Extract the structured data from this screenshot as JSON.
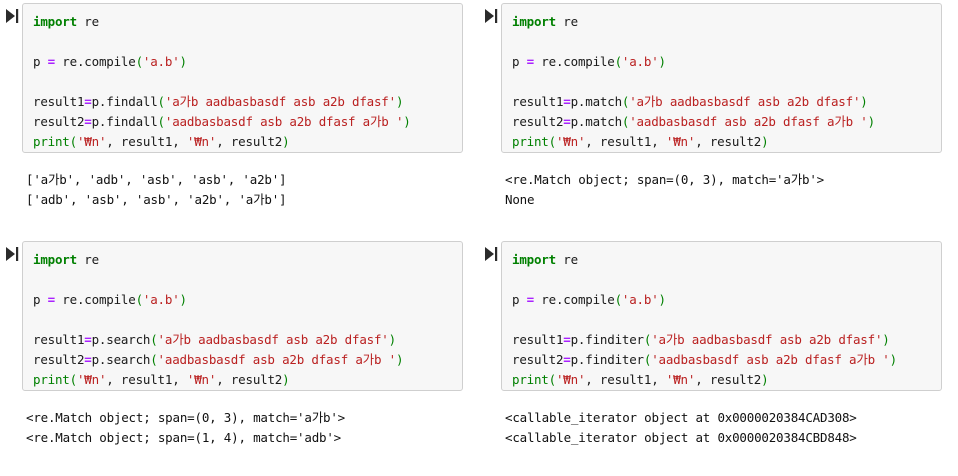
{
  "app": {
    "environment": "jupyter-notebook",
    "run_icon_name": "run-cell-icon",
    "accent_keyword": "#008000",
    "accent_string": "#ba2121",
    "accent_operator": "#aa22ff",
    "code_background": "#f7f7f7",
    "code_border": "#cfcfcf"
  },
  "cells": [
    {
      "id": "cell-findall",
      "code": [
        [
          {
            "t": "import",
            "c": "kw"
          },
          {
            "t": " re",
            "c": "plain"
          }
        ],
        [],
        [
          {
            "t": "p ",
            "c": "plain"
          },
          {
            "t": "=",
            "c": "op"
          },
          {
            "t": " re.compile",
            "c": "plain"
          },
          {
            "t": "(",
            "c": "paren"
          },
          {
            "t": "'a.b'",
            "c": "str"
          },
          {
            "t": ")",
            "c": "paren"
          }
        ],
        [],
        [
          {
            "t": "result1",
            "c": "plain"
          },
          {
            "t": "=",
            "c": "op"
          },
          {
            "t": "p.findall",
            "c": "plain"
          },
          {
            "t": "(",
            "c": "paren"
          },
          {
            "t": "'a가b aadbasbasdf asb a2b dfasf'",
            "c": "str"
          },
          {
            "t": ")",
            "c": "paren"
          }
        ],
        [
          {
            "t": "result2",
            "c": "plain"
          },
          {
            "t": "=",
            "c": "op"
          },
          {
            "t": "p.findall",
            "c": "plain"
          },
          {
            "t": "(",
            "c": "paren"
          },
          {
            "t": "'aadbasbasdf asb a2b dfasf a가b '",
            "c": "str"
          },
          {
            "t": ")",
            "c": "paren"
          }
        ],
        [
          {
            "t": "print",
            "c": "fn"
          },
          {
            "t": "(",
            "c": "paren"
          },
          {
            "t": "'\\n'",
            "c": "str"
          },
          {
            "t": ", result1, ",
            "c": "plain"
          },
          {
            "t": "'\\n'",
            "c": "str"
          },
          {
            "t": ", result2",
            "c": "plain"
          },
          {
            "t": ")",
            "c": "paren"
          }
        ]
      ],
      "output": [
        "['a가b', 'adb', 'asb', 'asb', 'a2b']",
        "['adb', 'asb', 'asb', 'a2b', 'a가b']"
      ]
    },
    {
      "id": "cell-match",
      "code": [
        [
          {
            "t": "import",
            "c": "kw"
          },
          {
            "t": " re",
            "c": "plain"
          }
        ],
        [],
        [
          {
            "t": "p ",
            "c": "plain"
          },
          {
            "t": "=",
            "c": "op"
          },
          {
            "t": " re.compile",
            "c": "plain"
          },
          {
            "t": "(",
            "c": "paren"
          },
          {
            "t": "'a.b'",
            "c": "str"
          },
          {
            "t": ")",
            "c": "paren"
          }
        ],
        [],
        [
          {
            "t": "result1",
            "c": "plain"
          },
          {
            "t": "=",
            "c": "op"
          },
          {
            "t": "p.match",
            "c": "plain"
          },
          {
            "t": "(",
            "c": "paren"
          },
          {
            "t": "'a가b aadbasbasdf asb a2b dfasf'",
            "c": "str"
          },
          {
            "t": ")",
            "c": "paren"
          }
        ],
        [
          {
            "t": "result2",
            "c": "plain"
          },
          {
            "t": "=",
            "c": "op"
          },
          {
            "t": "p.match",
            "c": "plain"
          },
          {
            "t": "(",
            "c": "paren"
          },
          {
            "t": "'aadbasbasdf asb a2b dfasf a가b '",
            "c": "str"
          },
          {
            "t": ")",
            "c": "paren"
          }
        ],
        [
          {
            "t": "print",
            "c": "fn"
          },
          {
            "t": "(",
            "c": "paren"
          },
          {
            "t": "'\\n'",
            "c": "str"
          },
          {
            "t": ", result1, ",
            "c": "plain"
          },
          {
            "t": "'\\n'",
            "c": "str"
          },
          {
            "t": ", result2",
            "c": "plain"
          },
          {
            "t": ")",
            "c": "paren"
          }
        ]
      ],
      "output": [
        "<re.Match object; span=(0, 3), match='a가b'>",
        "None"
      ]
    },
    {
      "id": "cell-search",
      "code": [
        [
          {
            "t": "import",
            "c": "kw"
          },
          {
            "t": " re",
            "c": "plain"
          }
        ],
        [],
        [
          {
            "t": "p ",
            "c": "plain"
          },
          {
            "t": "=",
            "c": "op"
          },
          {
            "t": " re.compile",
            "c": "plain"
          },
          {
            "t": "(",
            "c": "paren"
          },
          {
            "t": "'a.b'",
            "c": "str"
          },
          {
            "t": ")",
            "c": "paren"
          }
        ],
        [],
        [
          {
            "t": "result1",
            "c": "plain"
          },
          {
            "t": "=",
            "c": "op"
          },
          {
            "t": "p.search",
            "c": "plain"
          },
          {
            "t": "(",
            "c": "paren"
          },
          {
            "t": "'a가b aadbasbasdf asb a2b dfasf'",
            "c": "str"
          },
          {
            "t": ")",
            "c": "paren"
          }
        ],
        [
          {
            "t": "result2",
            "c": "plain"
          },
          {
            "t": "=",
            "c": "op"
          },
          {
            "t": "p.search",
            "c": "plain"
          },
          {
            "t": "(",
            "c": "paren"
          },
          {
            "t": "'aadbasbasdf asb a2b dfasf a가b '",
            "c": "str"
          },
          {
            "t": ")",
            "c": "paren"
          }
        ],
        [
          {
            "t": "print",
            "c": "fn"
          },
          {
            "t": "(",
            "c": "paren"
          },
          {
            "t": "'\\n'",
            "c": "str"
          },
          {
            "t": ", result1, ",
            "c": "plain"
          },
          {
            "t": "'\\n'",
            "c": "str"
          },
          {
            "t": ", result2",
            "c": "plain"
          },
          {
            "t": ")",
            "c": "paren"
          }
        ]
      ],
      "output": [
        "<re.Match object; span=(0, 3), match='a가b'>",
        "<re.Match object; span=(1, 4), match='adb'>"
      ]
    },
    {
      "id": "cell-finditer",
      "code": [
        [
          {
            "t": "import",
            "c": "kw"
          },
          {
            "t": " re",
            "c": "plain"
          }
        ],
        [],
        [
          {
            "t": "p ",
            "c": "plain"
          },
          {
            "t": "=",
            "c": "op"
          },
          {
            "t": " re.compile",
            "c": "plain"
          },
          {
            "t": "(",
            "c": "paren"
          },
          {
            "t": "'a.b'",
            "c": "str"
          },
          {
            "t": ")",
            "c": "paren"
          }
        ],
        [],
        [
          {
            "t": "result1",
            "c": "plain"
          },
          {
            "t": "=",
            "c": "op"
          },
          {
            "t": "p.finditer",
            "c": "plain"
          },
          {
            "t": "(",
            "c": "paren"
          },
          {
            "t": "'a가b aadbasbasdf asb a2b dfasf'",
            "c": "str"
          },
          {
            "t": ")",
            "c": "paren"
          }
        ],
        [
          {
            "t": "result2",
            "c": "plain"
          },
          {
            "t": "=",
            "c": "op"
          },
          {
            "t": "p.finditer",
            "c": "plain"
          },
          {
            "t": "(",
            "c": "paren"
          },
          {
            "t": "'aadbasbasdf asb a2b dfasf a가b '",
            "c": "str"
          },
          {
            "t": ")",
            "c": "paren"
          }
        ],
        [
          {
            "t": "print",
            "c": "fn"
          },
          {
            "t": "(",
            "c": "paren"
          },
          {
            "t": "'\\n'",
            "c": "str"
          },
          {
            "t": ", result1, ",
            "c": "plain"
          },
          {
            "t": "'\\n'",
            "c": "str"
          },
          {
            "t": ", result2",
            "c": "plain"
          },
          {
            "t": ")",
            "c": "paren"
          }
        ]
      ],
      "output": [
        "<callable_iterator object at 0x0000020384CAD308>",
        "<callable_iterator object at 0x0000020384CBD848>"
      ]
    }
  ]
}
